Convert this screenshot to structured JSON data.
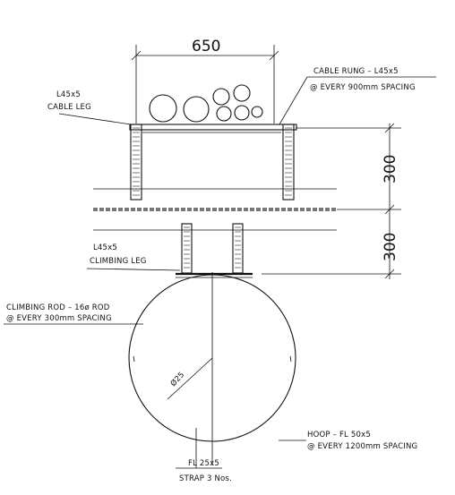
{
  "drawing": {
    "dimensions": {
      "width": "650",
      "height_upper": "300",
      "height_lower": "300",
      "radius": "Ø25"
    },
    "labels": {
      "cable_leg": [
        "L45x5",
        "CABLE LEG"
      ],
      "cable_rung": [
        "CABLE RUNG – L45x5",
        "@ EVERY 900mm SPACING"
      ],
      "climbing_leg": [
        "L45x5",
        "CLIMBING LEG"
      ],
      "climbing_rod": [
        "CLIMBING ROD – 16ø ROD",
        "@ EVERY 300mm SPACING"
      ],
      "hoop": [
        "HOOP – FL 50x5",
        "@ EVERY 1200mm SPACING"
      ],
      "strap": [
        "FL 25x5",
        "STRAP 3 Nos."
      ]
    }
  }
}
